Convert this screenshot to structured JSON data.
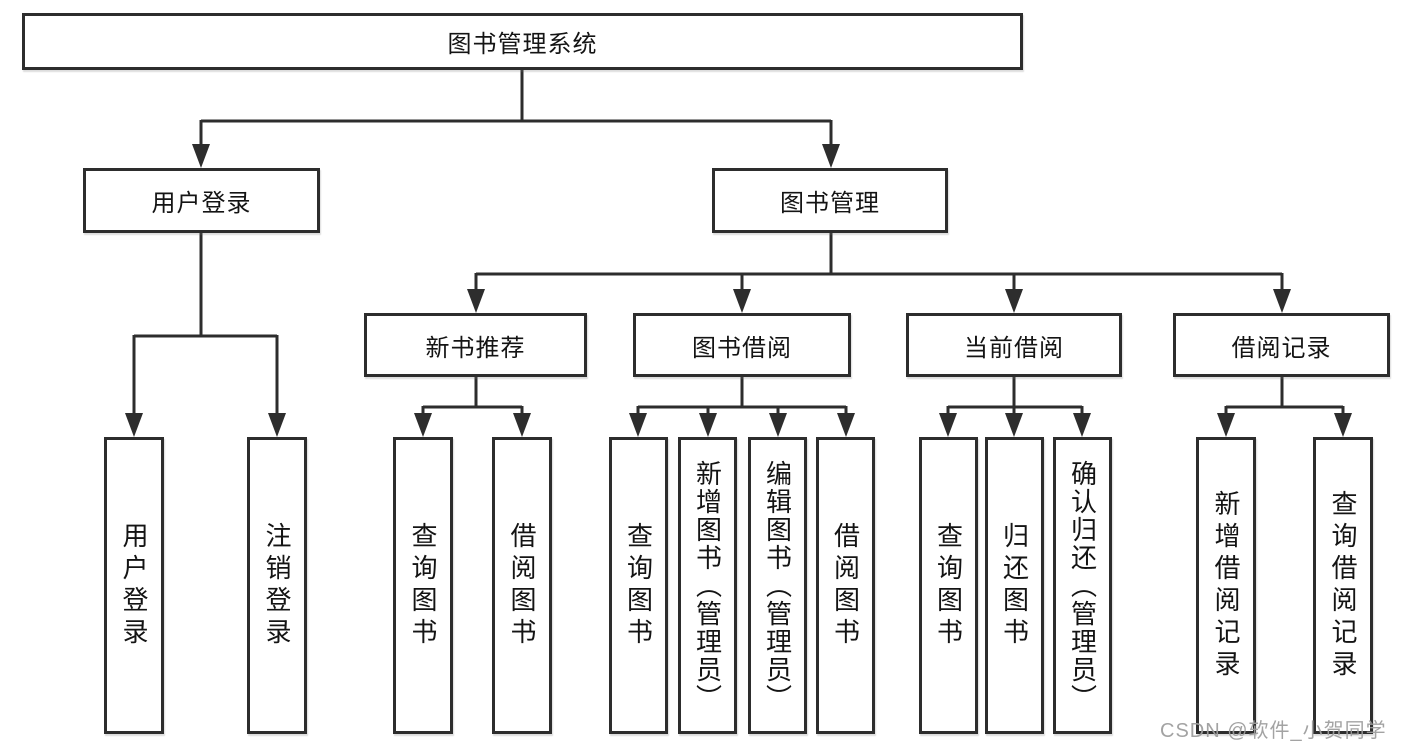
{
  "diagram": {
    "title": "图书管理系统",
    "root": {
      "label": "图书管理系统"
    },
    "level2": [
      {
        "id": "user-login",
        "label": "用户登录"
      },
      {
        "id": "book-management",
        "label": "图书管理"
      }
    ],
    "level3": [
      {
        "id": "new-book-recommend",
        "label": "新书推荐"
      },
      {
        "id": "book-borrowing",
        "label": "图书借阅"
      },
      {
        "id": "current-borrowing",
        "label": "当前借阅"
      },
      {
        "id": "borrowing-records",
        "label": "借阅记录"
      }
    ],
    "level4": {
      "user_login": [
        {
          "label": "用户登录"
        },
        {
          "label": "注销登录"
        }
      ],
      "new_book_recommend": [
        {
          "label": "查询图书"
        },
        {
          "label": "借阅图书"
        }
      ],
      "book_borrowing": [
        {
          "label": "查询图书"
        },
        {
          "label": "新增图书（管理员）"
        },
        {
          "label": "编辑图书（管理员）"
        },
        {
          "label": "借阅图书"
        }
      ],
      "current_borrowing": [
        {
          "label": "查询图书"
        },
        {
          "label": "归还图书"
        },
        {
          "label": "确认归还（管理员）"
        }
      ],
      "borrowing_records": [
        {
          "label": "新增借阅记录"
        },
        {
          "label": "查询借阅记录"
        }
      ]
    }
  },
  "colors": {
    "line": "#2d2d2d",
    "box_border": "#2d2d2d",
    "text": "#141414",
    "watermark": "#9e9e9e",
    "background": "#ffffff"
  },
  "watermark": {
    "text": "CSDN @软件_小贺同学"
  }
}
